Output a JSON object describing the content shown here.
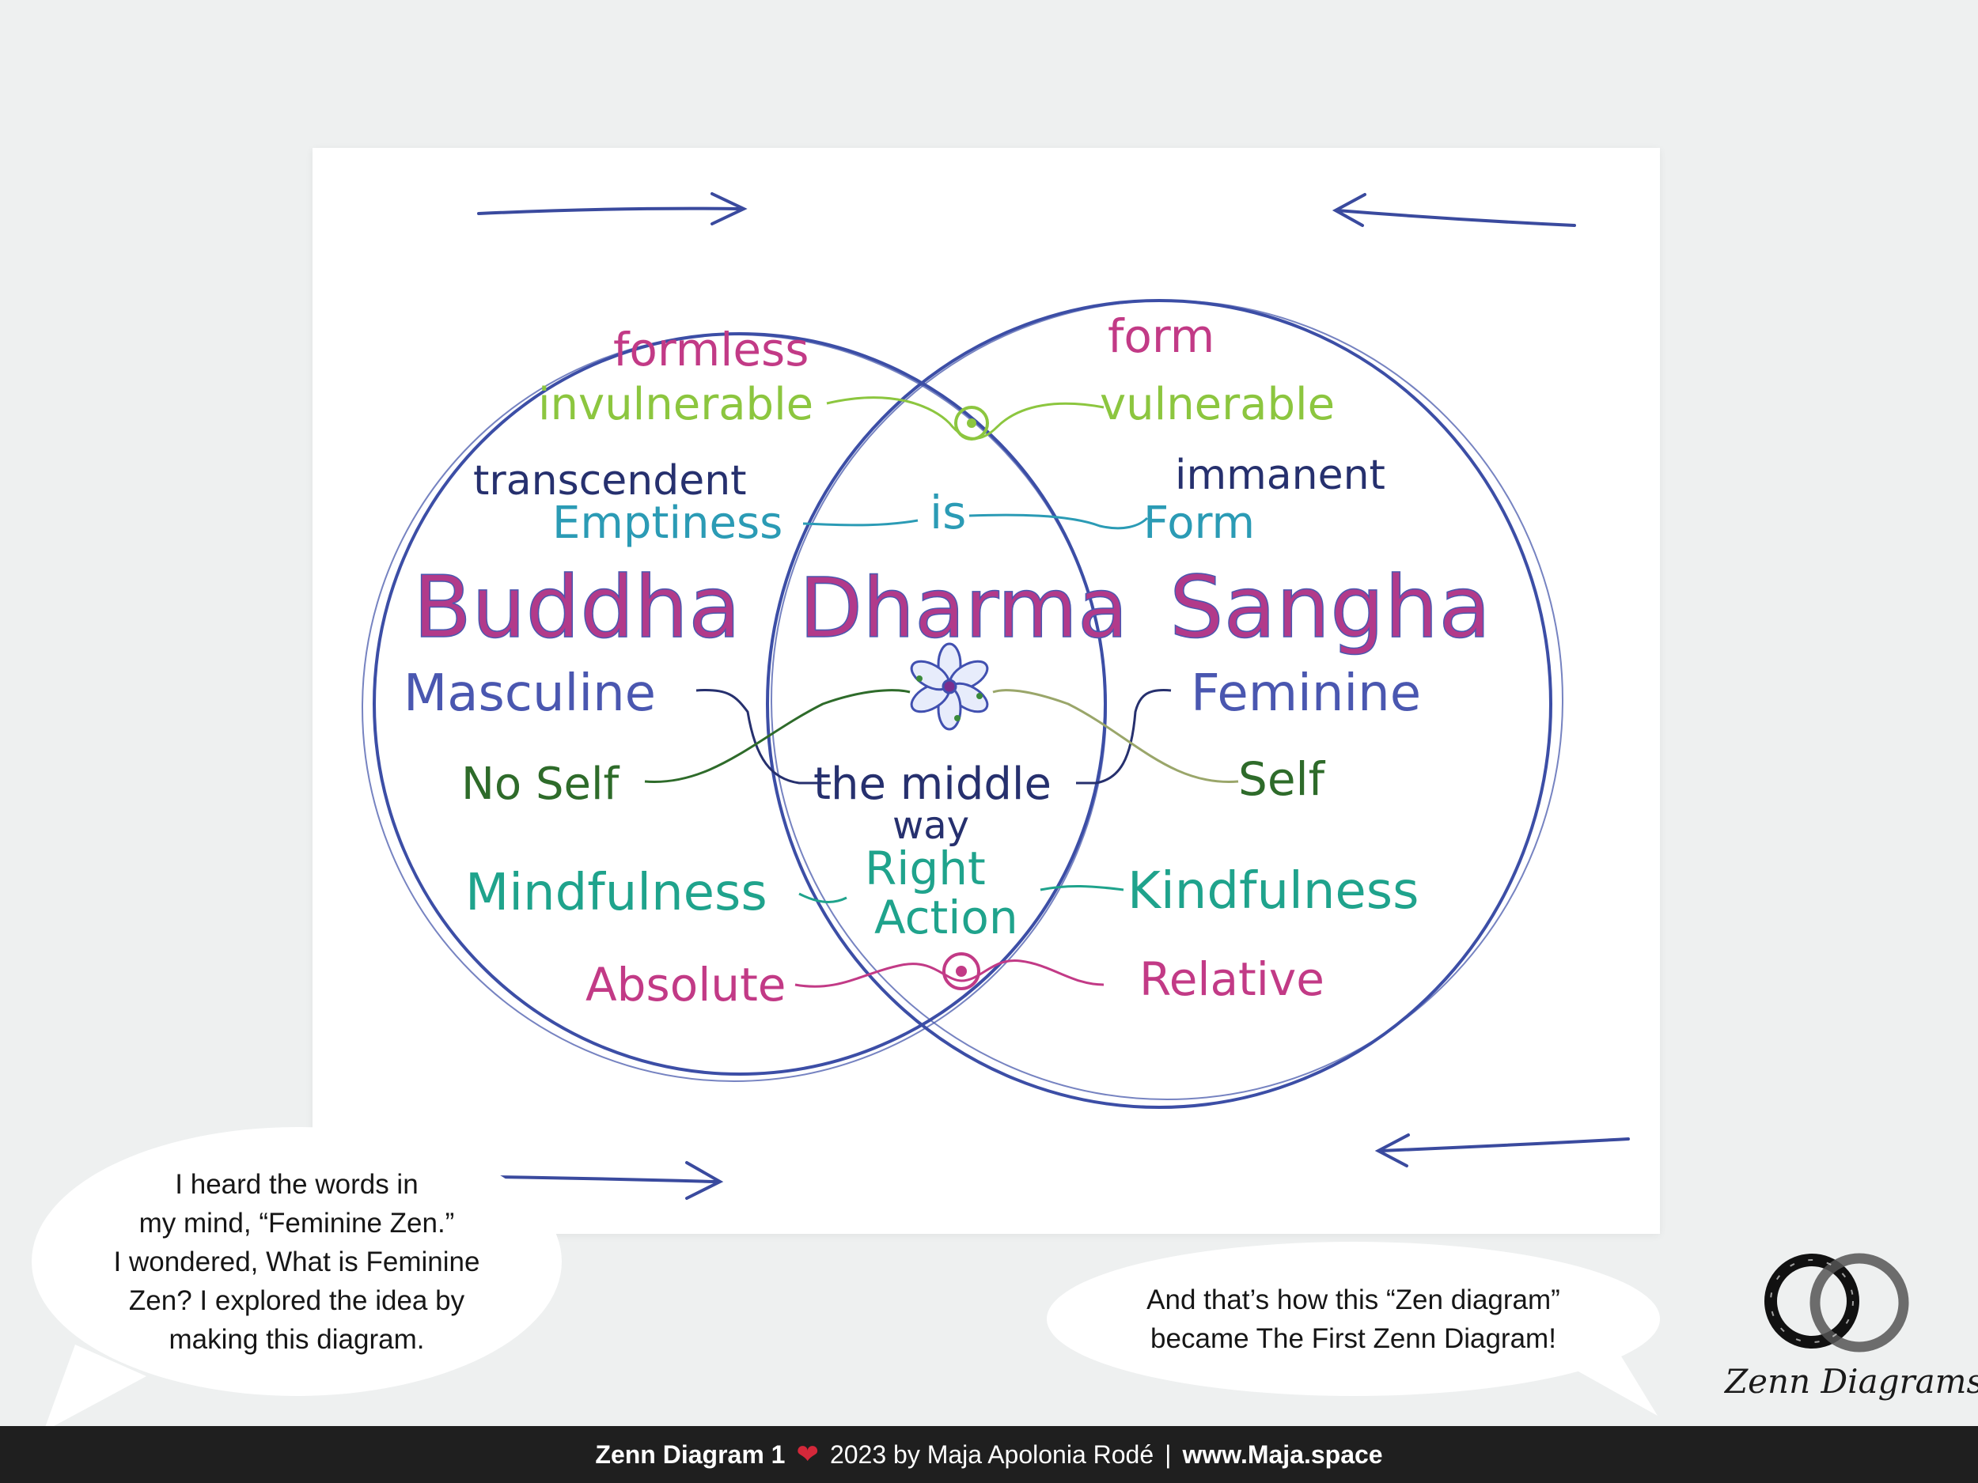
{
  "diagram": {
    "terms": {
      "formless": "formless",
      "invulnerable": "invulnerable",
      "transcendent": "transcendent",
      "emptiness": "Emptiness",
      "buddha": "Buddha",
      "masculine": "Masculine",
      "no_self": "No Self",
      "mindfulness": "Mindfulness",
      "absolute": "Absolute",
      "form_top": "form",
      "vulnerable": "vulnerable",
      "immanent": "immanent",
      "form": "Form",
      "sangha": "Sangha",
      "feminine": "Feminine",
      "self": "Self",
      "kindfulness": "Kindfulness",
      "relative": "Relative",
      "is": "is",
      "dharma": "Dharma",
      "the_middle": "the middle",
      "way": "way",
      "right": "Right",
      "action": "Action"
    },
    "colors": {
      "circle": "#3c4ea6",
      "magenta": "#c23a86",
      "lime": "#8cc63f",
      "teal": "#2b9bb5",
      "navy": "#26306e",
      "green": "#2e6b2a",
      "sea": "#1fa38c",
      "indigo": "#4a57b0"
    }
  },
  "bubbles": {
    "left": "I heard the words in\nmy mind, “Feminine Zen.”\nI wondered, What is Feminine\nZen? I explored the idea by\nmaking this diagram.",
    "right": "And that’s how this “Zen diagram”\nbecame The First Zenn Diagram!"
  },
  "logo": {
    "text": "Zenn Diagrams"
  },
  "footer": {
    "title": "Zenn Diagram 1",
    "heart_icon": "heart-icon",
    "credit": "2023 by Maja Apolonia Rodé",
    "separator": "|",
    "url": "www.Maja.space"
  }
}
